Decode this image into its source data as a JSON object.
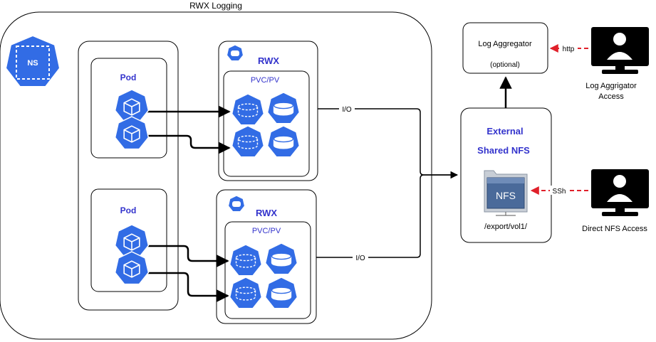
{
  "title": "RWX Logging",
  "namespace_label": "NS",
  "pods": [
    {
      "label": "Pod"
    },
    {
      "label": "Pod"
    }
  ],
  "rwx_groups": [
    {
      "label": "RWX",
      "pvc_label": "PVC/PV"
    },
    {
      "label": "RWX",
      "pvc_label": "PVC/PV"
    }
  ],
  "edges": {
    "io_top": "I/O",
    "io_bottom": "I/O",
    "http": "http",
    "ssh": "SSh"
  },
  "log_aggregator": {
    "title": "Log Aggregator",
    "subtitle": "(optional)"
  },
  "external_nfs": {
    "title_line1": "External",
    "title_line2": "Shared NFS",
    "icon_text": "NFS",
    "path": "/export/vol1/"
  },
  "actors": {
    "log_access_line1": "Log Aggrigator",
    "log_access_line2": "Access",
    "direct_access": "Direct NFS Access"
  },
  "colors": {
    "k8s_blue": "#326CE5",
    "rwx_text": "#3333CC",
    "http_arrow": "#E0202A",
    "nfs_panel": "#4A6A9A"
  }
}
